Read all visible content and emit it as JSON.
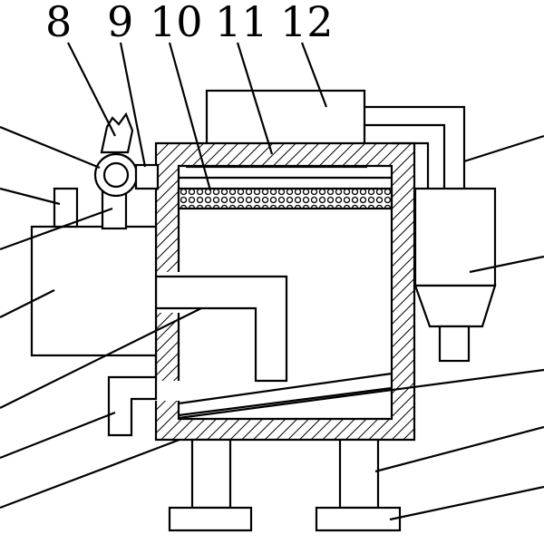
{
  "callouts": [
    "8",
    "9",
    "10",
    "11",
    "12"
  ],
  "colors": {
    "line": "#000000",
    "background": "#ffffff"
  }
}
